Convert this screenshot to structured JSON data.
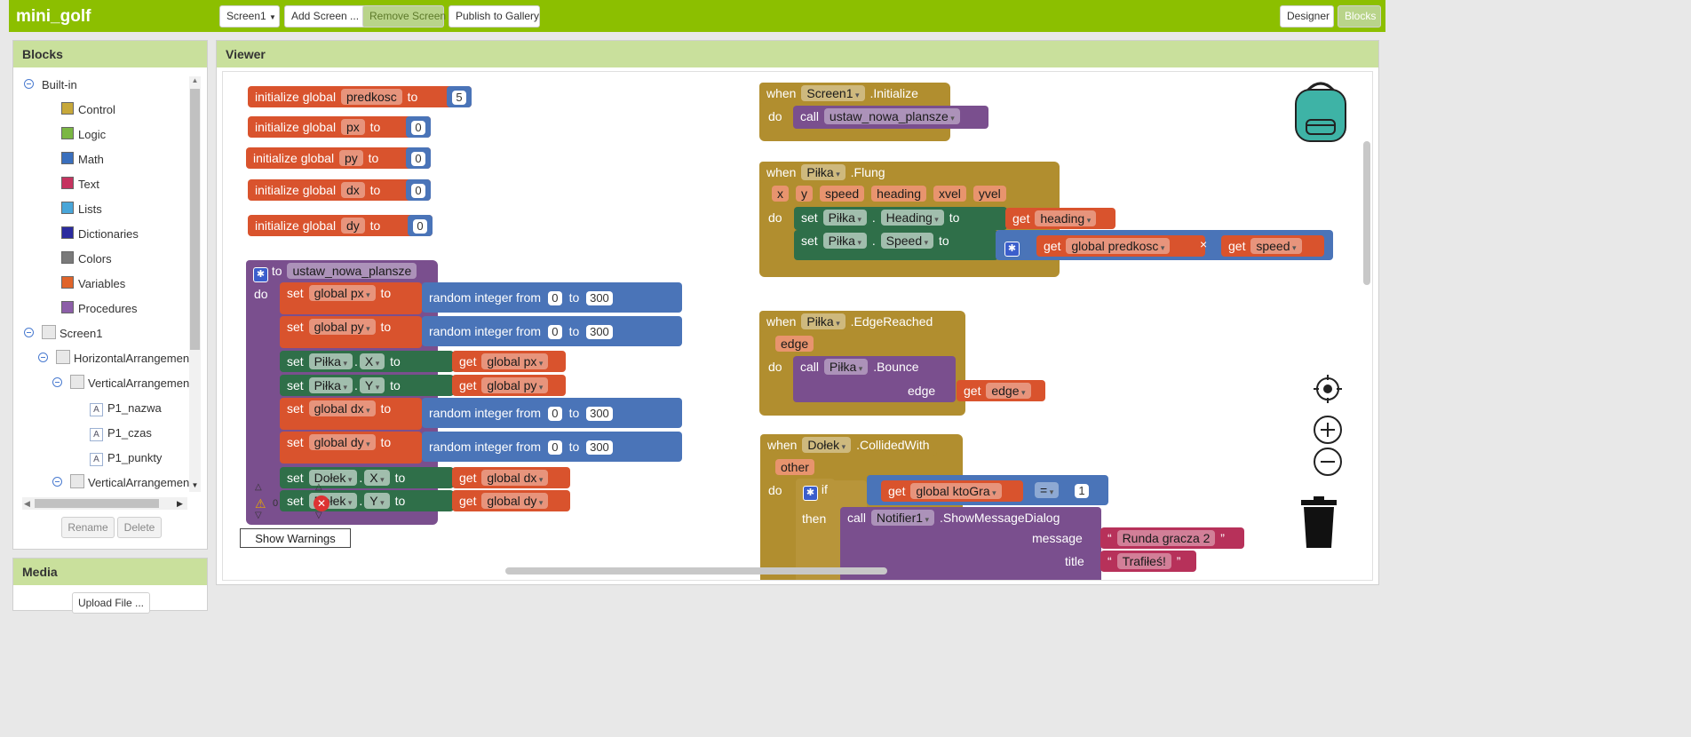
{
  "app": {
    "name": "mini_golf"
  },
  "toolbar": {
    "screen": "Screen1",
    "add_screen": "Add Screen ...",
    "remove_screen": "Remove Screen",
    "publish": "Publish to Gallery",
    "designer": "Designer",
    "blocks": "Blocks"
  },
  "blocks_panel": {
    "title": "Blocks",
    "builtin": "Built-in",
    "items": [
      {
        "label": "Control",
        "color": "#c7a83a"
      },
      {
        "label": "Logic",
        "color": "#7bb743"
      },
      {
        "label": "Math",
        "color": "#3a6fbd"
      },
      {
        "label": "Text",
        "color": "#c5335f"
      },
      {
        "label": "Lists",
        "color": "#49a6d9"
      },
      {
        "label": "Dictionaries",
        "color": "#2a2a9e"
      },
      {
        "label": "Colors",
        "color": "#7a7a7a"
      },
      {
        "label": "Variables",
        "color": "#e0642a"
      },
      {
        "label": "Procedures",
        "color": "#8c5ea8"
      }
    ],
    "screen": "Screen1",
    "components": [
      "HorizontalArrangemen",
      "VerticalArrangemen",
      "P1_nazwa",
      "P1_czas",
      "P1_punkty",
      "VerticalArrangemen"
    ],
    "rename": "Rename",
    "delete": "Delete"
  },
  "media_panel": {
    "title": "Media",
    "upload": "Upload File ..."
  },
  "viewer": {
    "title": "Viewer",
    "show_warnings": "Show Warnings",
    "warnings_count": "0",
    "globals": [
      {
        "label": "initialize global",
        "name": "predkosc",
        "to": "to",
        "value": "5"
      },
      {
        "label": "initialize global",
        "name": "px",
        "to": "to",
        "value": "0"
      },
      {
        "label": "initialize global",
        "name": "py",
        "to": "to",
        "value": "0"
      },
      {
        "label": "initialize global",
        "name": "dx",
        "to": "to",
        "value": "0"
      },
      {
        "label": "initialize global",
        "name": "dy",
        "to": "to",
        "value": "0"
      }
    ],
    "proc": {
      "to": "to",
      "name": "ustaw_nowa_plansze",
      "do": "do",
      "set": "set",
      "get": "get",
      "to_kw": "to",
      "random": "random integer from",
      "rfrom": "0",
      "rto_kw": "to",
      "rto": "300",
      "gpx": "global px",
      "gpy": "global py",
      "gdx": "global dx",
      "gdy": "global dy",
      "pilka": "Piłka",
      "dolek": "Dołek",
      "x": "X",
      "y": "Y",
      "dot": "."
    },
    "init": {
      "when": "when",
      "comp": "Screen1",
      "event": ".Initialize",
      "do": "do",
      "call": "call",
      "proc": "ustaw_nowa_plansze"
    },
    "flung": {
      "when": "when",
      "comp": "Piłka",
      "event": ".Flung",
      "params": [
        "x",
        "y",
        "speed",
        "heading",
        "xvel",
        "yvel"
      ],
      "do": "do",
      "set": "set",
      "get": "get",
      "to": "to",
      "dot": ".",
      "heading_prop": "Heading",
      "speed_prop": "Speed",
      "heading_var": "heading",
      "predkosc": "global predkosc",
      "mul": "×",
      "speed_var": "speed"
    },
    "edge": {
      "when": "when",
      "comp": "Piłka",
      "event": ".EdgeReached",
      "param": "edge",
      "do": "do",
      "call": "call",
      "method": ".Bounce",
      "edge_lbl": "edge",
      "get": "get",
      "edge_var": "edge"
    },
    "collide": {
      "when": "when",
      "comp": "Dołek",
      "event": ".CollidedWith",
      "param": "other",
      "do": "do",
      "if": "if",
      "get": "get",
      "ktogra": "global ktoGra",
      "eq": "=",
      "one": "1",
      "then": "then",
      "call": "call",
      "notifier": "Notifier1",
      "method": ".ShowMessageDialog",
      "message": "message",
      "msg_text": "Runda gracza 2",
      "title": "title",
      "title_text": "Trafiłeś!",
      "quote_open": "“",
      "quote_close": "”"
    }
  }
}
